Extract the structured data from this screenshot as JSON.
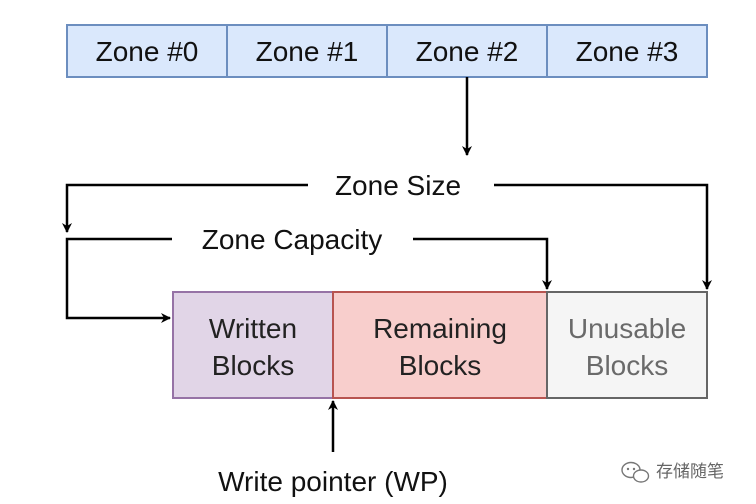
{
  "zones": [
    {
      "label": "Zone #0"
    },
    {
      "label": "Zone #1"
    },
    {
      "label": "Zone #2"
    },
    {
      "label": "Zone #3"
    }
  ],
  "labels": {
    "zone_size": "Zone Size",
    "zone_capacity": "Zone Capacity",
    "write_pointer": "Write pointer (WP)"
  },
  "blocks": {
    "written": {
      "line1": "Written",
      "line2": "Blocks"
    },
    "remaining": {
      "line1": "Remaining",
      "line2": "Blocks"
    },
    "unusable": {
      "line1": "Unusable",
      "line2": "Blocks"
    }
  },
  "watermark": {
    "text": "存储随笔",
    "icon": "wechat-icon"
  },
  "colors": {
    "zone_fill": "#dae8fc",
    "zone_stroke": "#6c8ebf",
    "written_fill": "#e1d5e7",
    "written_stroke": "#9673a6",
    "remaining_fill": "#f8cecc",
    "remaining_stroke": "#b85450",
    "unusable_fill": "#f5f5f5",
    "unusable_stroke": "#666666"
  }
}
